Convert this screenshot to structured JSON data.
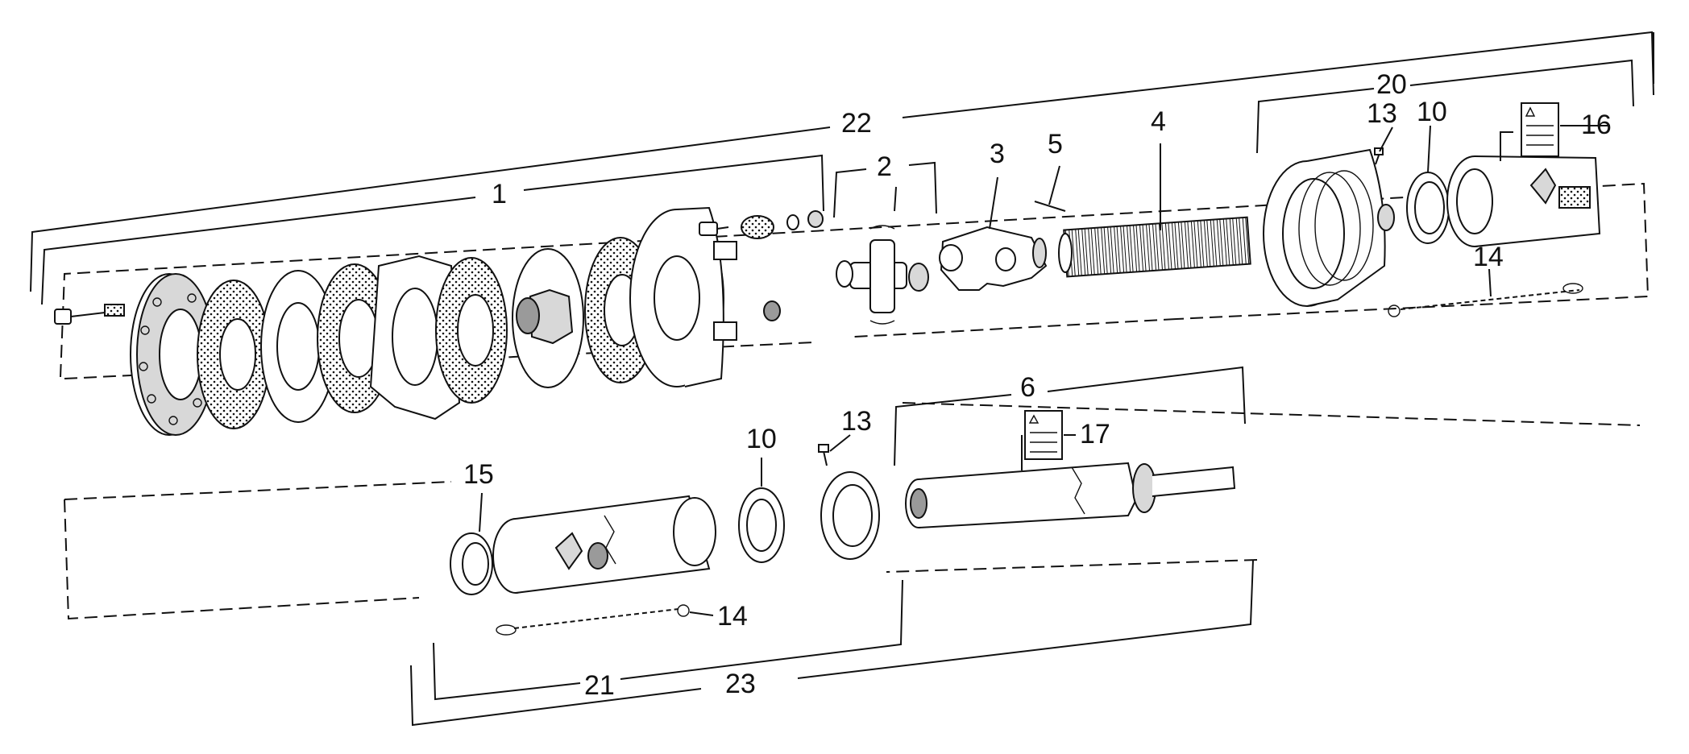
{
  "diagram": {
    "type": "exploded-parts-view",
    "colors": {
      "ink": "#111111",
      "background": "#ffffff",
      "shade": "#d8d8d8"
    },
    "callouts": {
      "c1": "1",
      "c2": "2",
      "c3": "3",
      "c4": "4",
      "c5": "5",
      "c6": "6",
      "c10a": "10",
      "c10b": "10",
      "c13a": "13",
      "c13b": "13",
      "c14a": "14",
      "c14b": "14",
      "c15": "15",
      "c16": "16",
      "c17": "17",
      "c20": "20",
      "c21": "21",
      "c22": "22",
      "c23": "23"
    }
  }
}
